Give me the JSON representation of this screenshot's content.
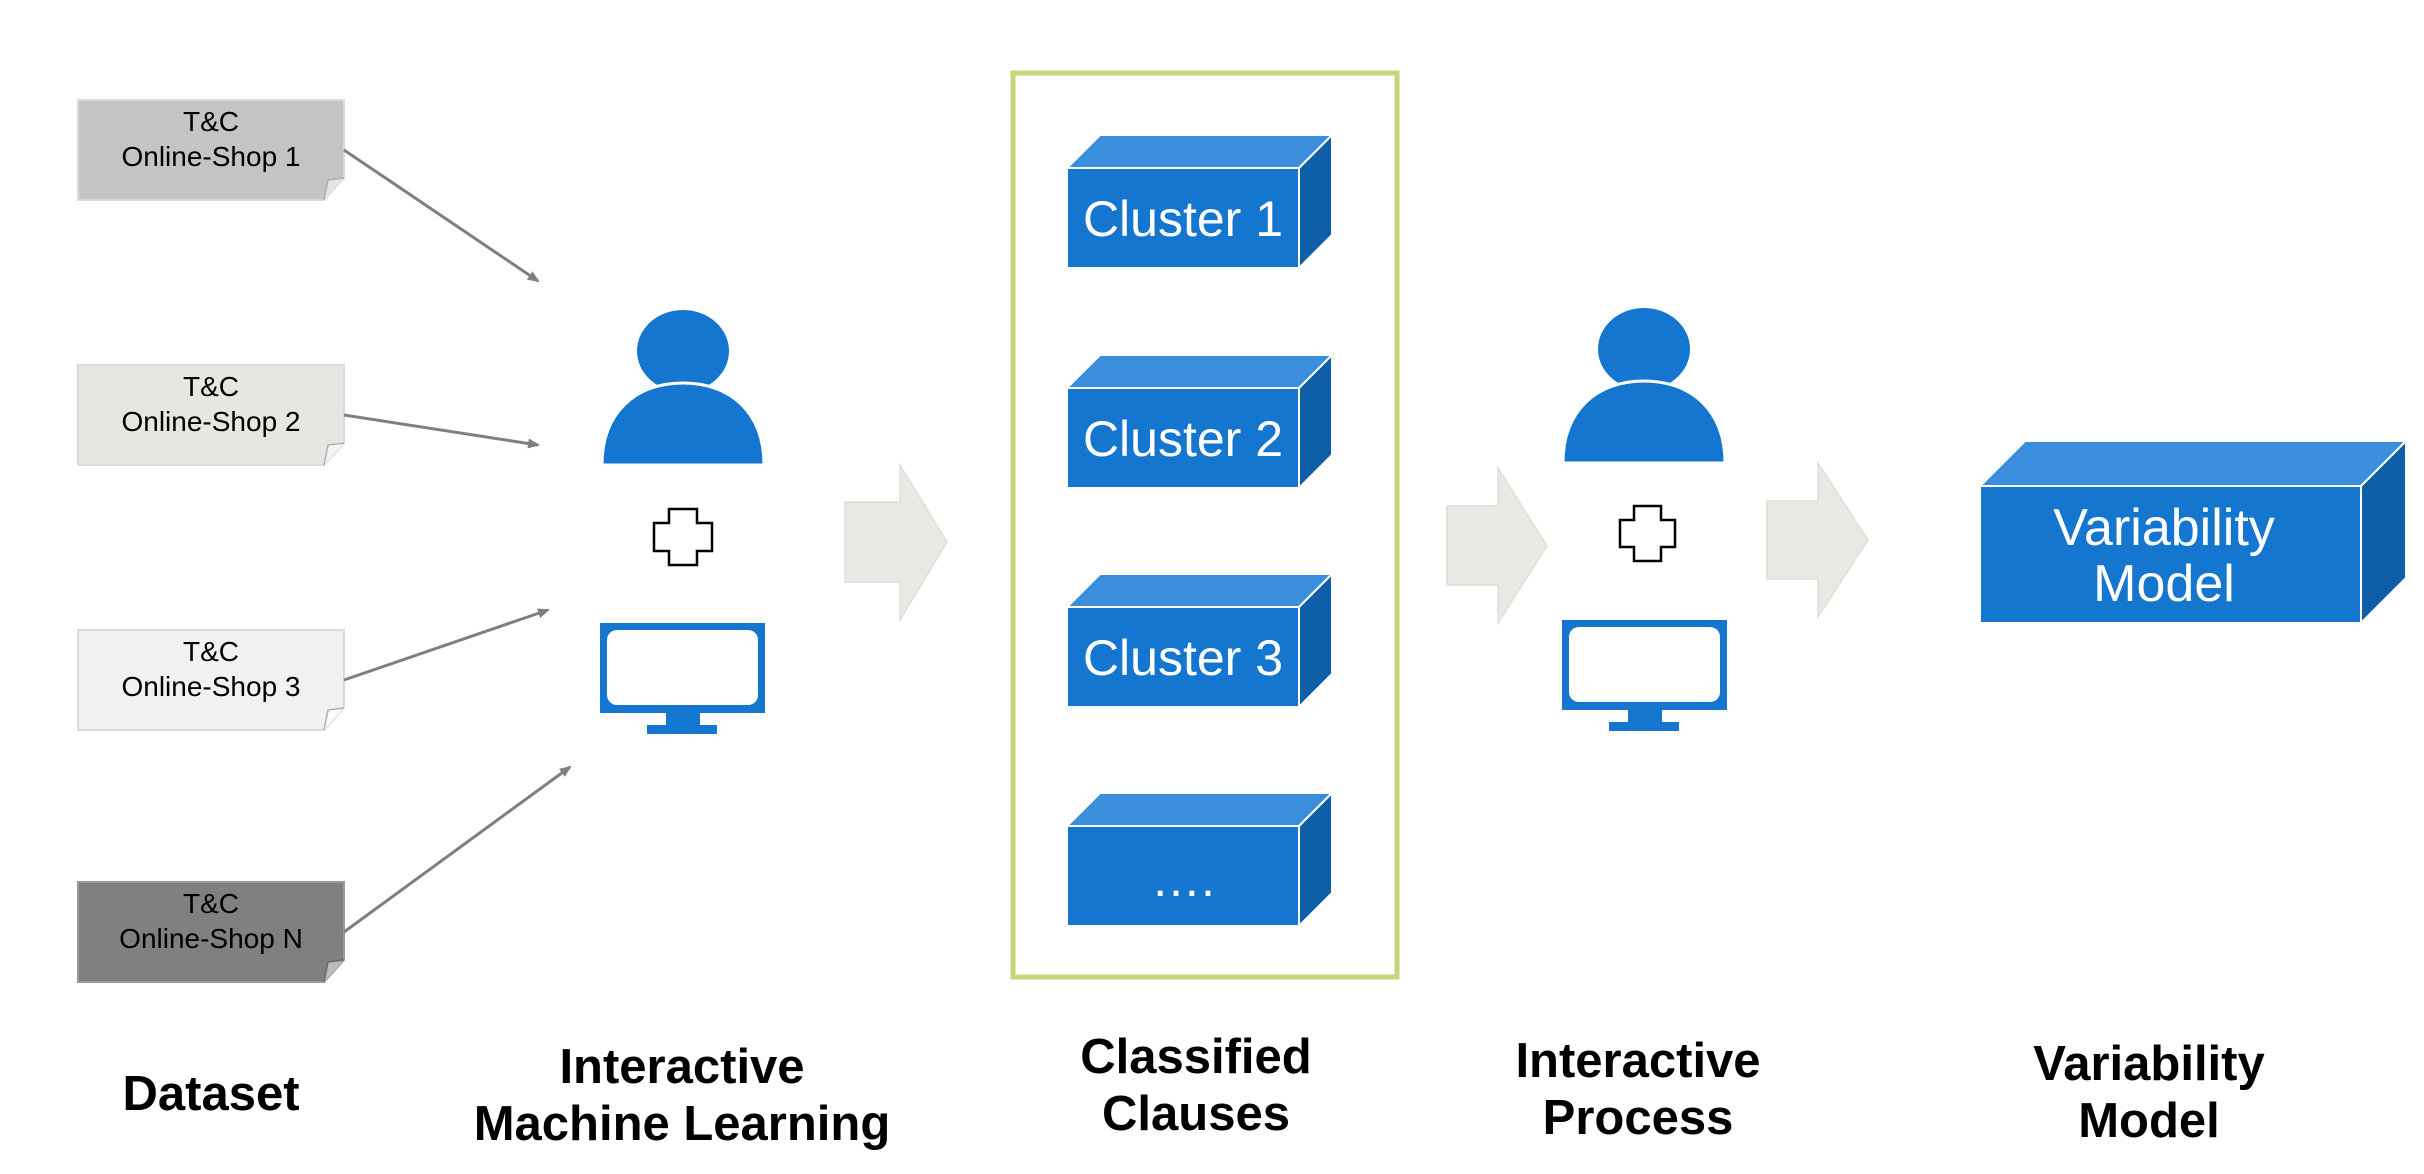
{
  "dataset": {
    "documents": [
      {
        "line1": "T&C",
        "line2": "Online-Shop 1",
        "fill": "#C4C4C4"
      },
      {
        "line1": "T&C",
        "line2": "Online-Shop 2",
        "fill": "#E8E6E1"
      },
      {
        "line1": "T&C",
        "line2": "Online-Shop 3",
        "fill": "#F1F1F1"
      },
      {
        "line1": "T&C",
        "line2": "Online-Shop N",
        "fill": "#808080"
      }
    ]
  },
  "clusters": {
    "items": [
      "Cluster 1",
      "Cluster 2",
      "Cluster 3",
      "…."
    ]
  },
  "variability_model": {
    "line1": "Variability",
    "line2": "Model"
  },
  "stage_labels": {
    "dataset": [
      "Dataset"
    ],
    "iml": [
      "Interactive",
      "Machine Learning"
    ],
    "classified": [
      "Classified",
      "Clauses"
    ],
    "process": [
      "Interactive",
      "Process"
    ],
    "variability": [
      "Variability",
      "Model"
    ]
  },
  "colors": {
    "blue": "#1576CF",
    "blue_top": "#3A8EDB",
    "blue_side": "#0F5FA8",
    "arrow_fill": "#EAE8E2",
    "frame": "#C3D67A",
    "connector": "#7F7F7F"
  }
}
